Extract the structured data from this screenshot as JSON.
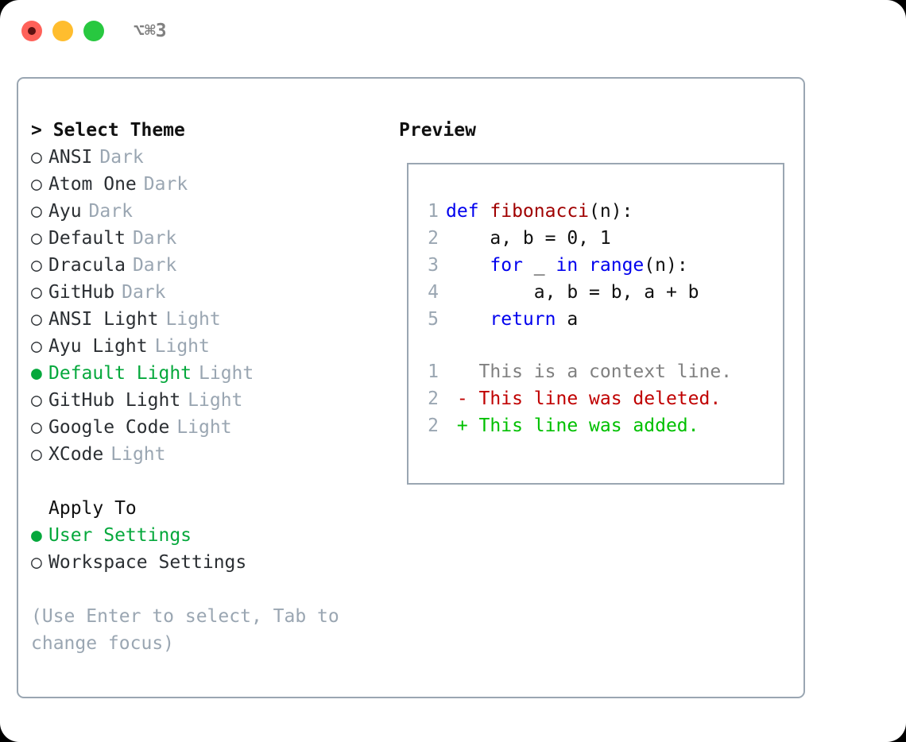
{
  "window": {
    "shortcut": "⌥⌘3",
    "traffic_lights": [
      "close-button",
      "minimize-button",
      "maximize-button"
    ],
    "colors": {
      "close": "#ff6159",
      "minimize": "#ffbd2e",
      "maximize": "#28c840",
      "accent_green": "#05a83c",
      "muted": "#9aa6b2",
      "border": "#9aa6b2"
    }
  },
  "theme_panel": {
    "heading": "> Select Theme",
    "markers": {
      "selected": "●",
      "unselected": "○"
    },
    "items": [
      {
        "marker": "○",
        "name": "ANSI",
        "tag": "Dark",
        "selected": false
      },
      {
        "marker": "○",
        "name": "Atom One",
        "tag": "Dark",
        "selected": false
      },
      {
        "marker": "○",
        "name": "Ayu",
        "tag": "Dark",
        "selected": false
      },
      {
        "marker": "○",
        "name": "Default",
        "tag": "Dark",
        "selected": false
      },
      {
        "marker": "○",
        "name": "Dracula",
        "tag": "Dark",
        "selected": false
      },
      {
        "marker": "○",
        "name": "GitHub",
        "tag": "Dark",
        "selected": false
      },
      {
        "marker": "○",
        "name": "ANSI Light",
        "tag": "Light",
        "selected": false
      },
      {
        "marker": "○",
        "name": "Ayu Light",
        "tag": "Light",
        "selected": false
      },
      {
        "marker": "●",
        "name": "Default Light",
        "tag": "Light",
        "selected": true
      },
      {
        "marker": "○",
        "name": "GitHub Light",
        "tag": "Light",
        "selected": false
      },
      {
        "marker": "○",
        "name": "Google Code",
        "tag": "Light",
        "selected": false
      },
      {
        "marker": "○",
        "name": "XCode",
        "tag": "Light",
        "selected": false
      }
    ]
  },
  "apply_to": {
    "heading": "Apply To",
    "items": [
      {
        "marker": "●",
        "name": "User Settings",
        "selected": true
      },
      {
        "marker": "○",
        "name": "Workspace Settings",
        "selected": false
      }
    ]
  },
  "hint": "(Use Enter to select, Tab to change focus)",
  "preview": {
    "heading": "Preview",
    "code_lines": [
      {
        "no": "1",
        "tokens": [
          {
            "t": "def ",
            "c": "kw"
          },
          {
            "t": "fibonacci",
            "c": "fn"
          },
          {
            "t": "(n):",
            "c": "plain"
          }
        ]
      },
      {
        "no": "2",
        "tokens": [
          {
            "t": "    a, b = 0, 1",
            "c": "plain"
          }
        ]
      },
      {
        "no": "3",
        "tokens": [
          {
            "t": "    ",
            "c": "plain"
          },
          {
            "t": "for",
            "c": "kw"
          },
          {
            "t": " _ ",
            "c": "plain"
          },
          {
            "t": "in",
            "c": "kw"
          },
          {
            "t": " ",
            "c": "plain"
          },
          {
            "t": "range",
            "c": "kw"
          },
          {
            "t": "(n):",
            "c": "plain"
          }
        ]
      },
      {
        "no": "4",
        "tokens": [
          {
            "t": "        a, b = b, a + b",
            "c": "plain"
          }
        ]
      },
      {
        "no": "5",
        "tokens": [
          {
            "t": "    ",
            "c": "plain"
          },
          {
            "t": "return",
            "c": "kw"
          },
          {
            "t": " a",
            "c": "plain"
          }
        ]
      }
    ],
    "diff_lines": [
      {
        "no": "1",
        "tokens": [
          {
            "t": "   This is a context line.",
            "c": "ctx"
          }
        ]
      },
      {
        "no": "2",
        "tokens": [
          {
            "t": " - This line was deleted.",
            "c": "del"
          }
        ]
      },
      {
        "no": "2",
        "tokens": [
          {
            "t": " + This line was added.",
            "c": "add"
          }
        ]
      }
    ]
  }
}
